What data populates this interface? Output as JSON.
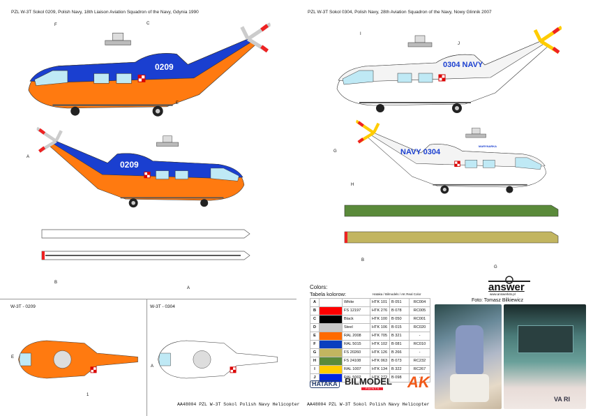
{
  "left": {
    "title": "PZL W-3T Sokol  0209, Polish Navy, 18th Liaison Aviation Squadron of the Navy, Gdynia 1990",
    "serial": "0209",
    "callouts": {
      "f": "F",
      "c": "C",
      "e": "E",
      "a": "A",
      "b": "B",
      "a2": "A"
    },
    "topview1": "W-3T - 0209",
    "topview2": "W-3T - 0304",
    "topview_labels": {
      "e": "E",
      "one": "1",
      "a": "A"
    },
    "caption": "AA48004 PZL W-3T Sokol Polish Navy Helicopter"
  },
  "right": {
    "title": "PZL W-3T Sokol 0304, Polish Navy,  28th Aviation Squadron of the Navy, Nowy Glinnik 2007",
    "serial1": "0304  NAVY",
    "serial2": "NAVY 0304",
    "marking": "MARYNARKA",
    "callouts": {
      "i": "I",
      "j": "J",
      "g": "G",
      "h": "H",
      "b": "B",
      "g2": "G"
    },
    "caption": "AA48004 PZL W-3T Sokol Polish Navy Helicopter"
  },
  "colors": {
    "heading": "Colors:",
    "subheading": "Tabela kolorow:",
    "brands": "Hataka / Bilmodels / AK Real Color",
    "rows": [
      {
        "letter": "A",
        "hex": "#ffffff",
        "name": "White",
        "htk": "HTK 101",
        "b": "B 051",
        "rc": "RC004"
      },
      {
        "letter": "B",
        "hex": "#ff0000",
        "name": "FS 12197",
        "htk": "HTK 276",
        "b": "B 078",
        "rc": "RC005"
      },
      {
        "letter": "C",
        "hex": "#000000",
        "name": "Black",
        "htk": "HTK 100",
        "b": "B 050",
        "rc": "RC001"
      },
      {
        "letter": "D",
        "hex": "#c8c8c8",
        "name": "Steel",
        "htk": "HTK 106",
        "b": "B 015",
        "rc": "RC020"
      },
      {
        "letter": "E",
        "hex": "#ff6a00",
        "name": "RAL 2008",
        "htk": "HTK 705",
        "b": "B 321",
        "rc": "-"
      },
      {
        "letter": "F",
        "hex": "#0a3fbf",
        "name": "RAL 5015",
        "htk": "HTK 102",
        "b": "B 081",
        "rc": "RC010"
      },
      {
        "letter": "G",
        "hex": "#c2b560",
        "name": "FS 20260",
        "htk": "HTK 126",
        "b": "B 266",
        "rc": "-"
      },
      {
        "letter": "H",
        "hex": "#5a8a3a",
        "name": "FS 24108",
        "htk": "HTK 063",
        "b": "B 073",
        "rc": "RC232"
      },
      {
        "letter": "I",
        "hex": "#ffcc00",
        "name": "RAL 1007",
        "htk": "HTK 134",
        "b": "B 322",
        "rc": "RC267"
      },
      {
        "letter": "J",
        "hex": "#0026e0",
        "name": "RAL 5002",
        "htk": "HTK 272",
        "b": "B 098",
        "rc": "-"
      }
    ]
  },
  "logos": {
    "hataka": "HATAKA",
    "bilmodel": "BILMODEL",
    "bilmodel_sub": "P A I N T S",
    "ak": "AK",
    "answer": "answer",
    "answer_url": "www.answerkits.pl"
  },
  "photo_credit": "Foto: Tomasz Bilkiewicz",
  "photo_text": "VA RI"
}
